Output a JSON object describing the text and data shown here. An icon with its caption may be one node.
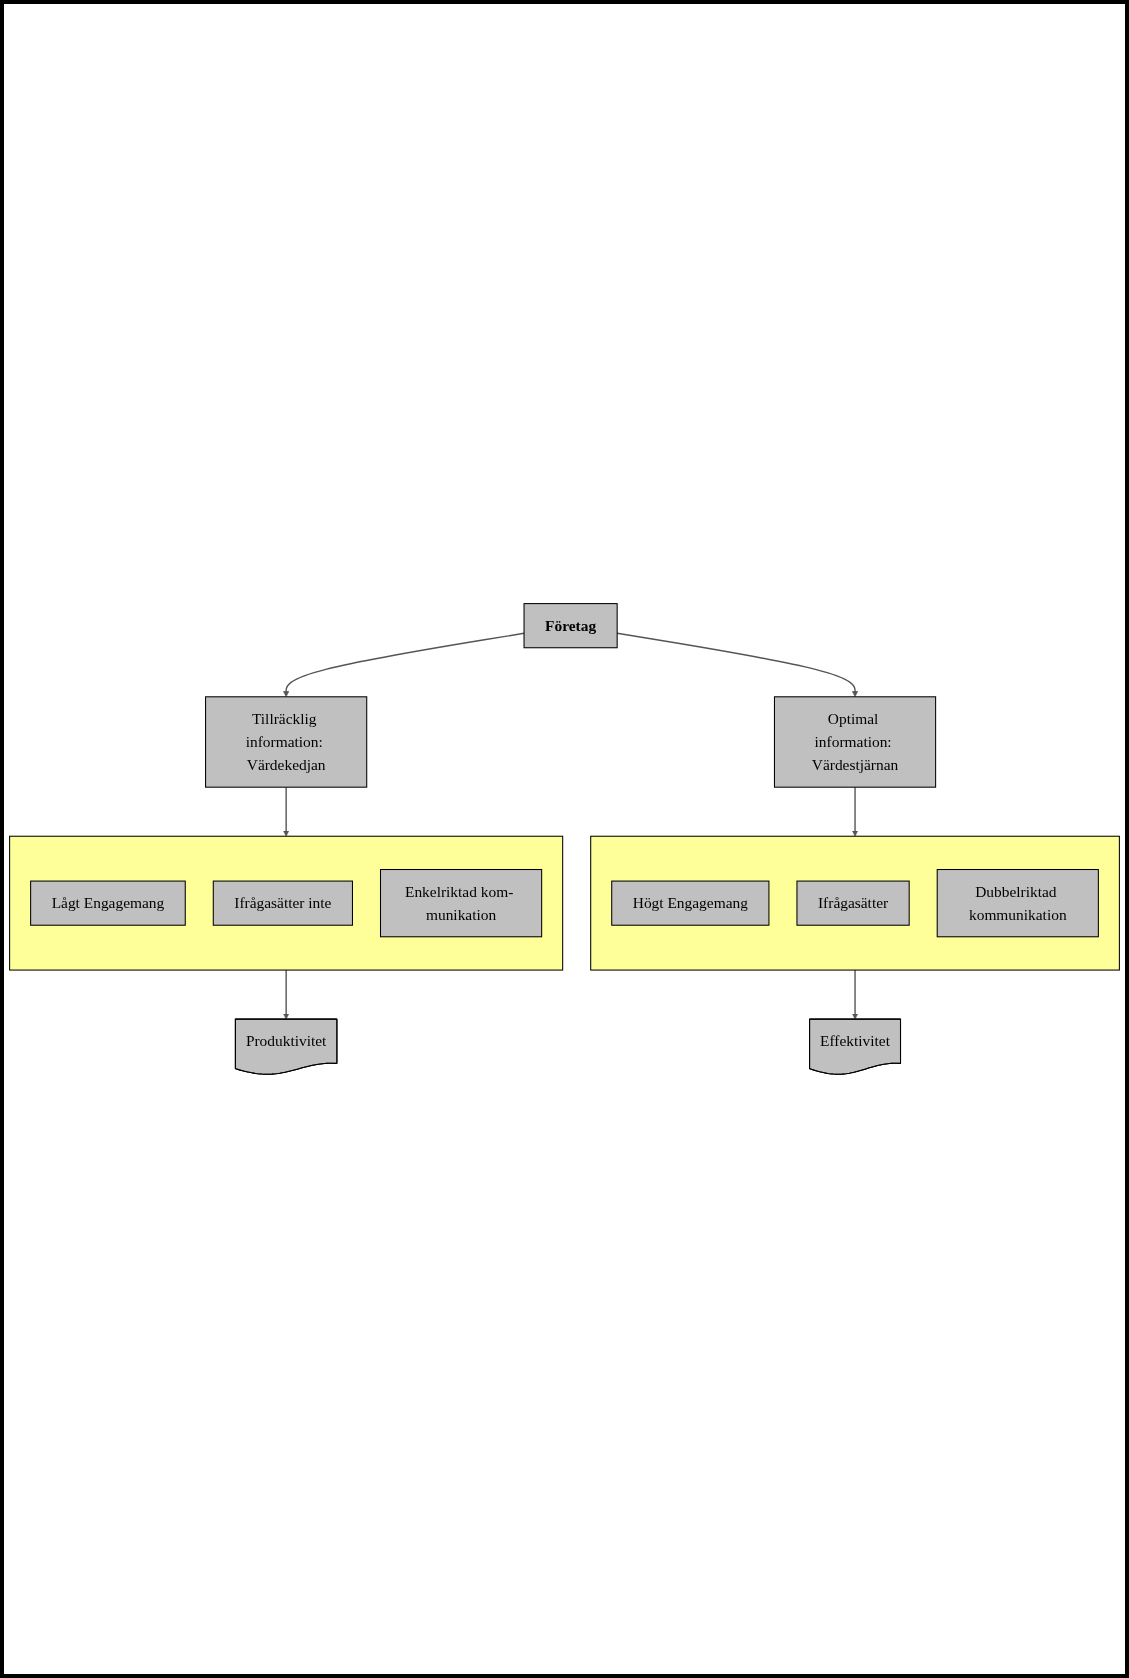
{
  "diagram": {
    "nodes": [
      {
        "text": [
          "Företag"
        ]
      },
      {
        "text": [
          "Tillräcklig information: Värdekedjan"
        ]
      },
      {
        "text": [
          "Optimal information: Värdestjärnan"
        ]
      },
      {
        "text": [],
        "shape": "box"
      },
      {
        "text": [
          "Lågt Engagemang"
        ],
        "in": 3
      },
      {
        "text": [
          "Ifrågasätter inte"
        ],
        "in": 3
      },
      {
        "text": [
          "Enkelriktad kom- munikation"
        ],
        "in": 3
      },
      {
        "text": [],
        "shape": "box"
      },
      {
        "text": [
          "Högt Engagemang"
        ],
        "in": 7
      },
      {
        "text": [
          "Ifrågasätter"
        ],
        "in": 7
      },
      {
        "text": [
          "Dubbelriktad kommunikation"
        ],
        "in": 7
      },
      {
        "text": [
          "Produktivitet"
        ]
      },
      {
        "text": [
          "Effektivitet"
        ]
      }
    ],
    "edges": [
      {
        "from": 0,
        "to": 1,
        "arrow": "to"
      },
      {
        "from": 0,
        "to": 2,
        "arrow": "to"
      },
      {
        "from": 1,
        "to": 3,
        "arrow": "to"
      },
      {
        "from": 2,
        "to": 7,
        "arrow": "to"
      },
      {
        "from": 3,
        "to": 11,
        "arrow": "to"
      },
      {
        "from": 7,
        "to": 12,
        "arrow": "to"
      }
    ]
  }
}
